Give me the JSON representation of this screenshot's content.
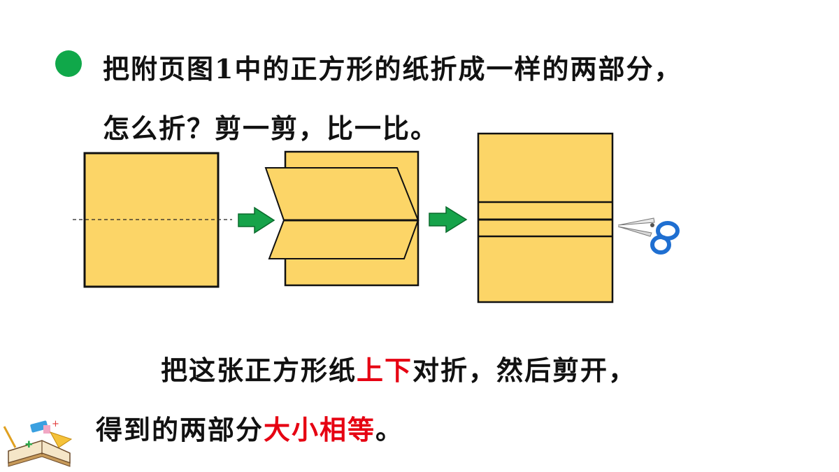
{
  "accent": "#10a84a",
  "paper_color": "#fcd567",
  "highlight_color": "#e60012",
  "question": {
    "line1": "把附页图1中的正方形的纸折成一样的两部分，",
    "line2": "怎么折？剪一剪，比一比。"
  },
  "answer": {
    "line1_a": "把这张正方形纸",
    "line1_hl": "上下",
    "line1_b": "对折，然后剪开，",
    "line2_a": "得到的两部分",
    "line2_hl": "大小相等",
    "line2_b": "。"
  },
  "icons": {
    "arrow": "green-arrow-icon",
    "scissors": "scissors-icon",
    "book": "math-book-icon"
  }
}
